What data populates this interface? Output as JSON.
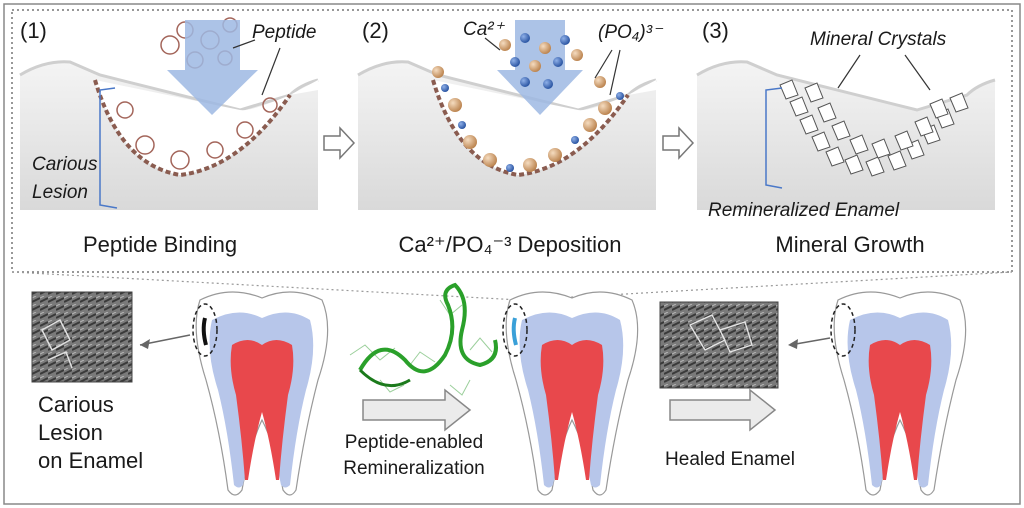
{
  "panels": [
    {
      "number": "(1)",
      "caption": "Peptide  Binding"
    },
    {
      "number": "(2)",
      "caption": "Ca²⁺/PO₄⁻³ Deposition"
    },
    {
      "number": "(3)",
      "caption": "Mineral  Growth"
    }
  ],
  "callouts": {
    "peptide": "Peptide",
    "carious": "Carious",
    "lesion": "Lesion",
    "ca": "Ca²⁺",
    "po4": "(PO₄)³⁻",
    "crystals": "Mineral Crystals",
    "remineralized": "Remineralized Enamel"
  },
  "bottom": {
    "carious_lines": [
      "Carious",
      "Lesion",
      "on Enamel"
    ],
    "step1_lines": [
      "Peptide-enabled",
      "Remineralization"
    ],
    "step2": "Healed Enamel"
  },
  "colors": {
    "enamel": "#ffffff",
    "dentin": "#b7c6ea",
    "pulp": "#e8484c",
    "arrow_blue": "#9db9e3",
    "calcium": "#d4a574",
    "phosphate": "#3a66b5",
    "peptide_green": "#2aa02a",
    "bracket": "#4a78c8"
  },
  "icons": [
    "right-arrow-icon",
    "down-arrow-icon",
    "tooth-icon",
    "sem-image-icon"
  ]
}
